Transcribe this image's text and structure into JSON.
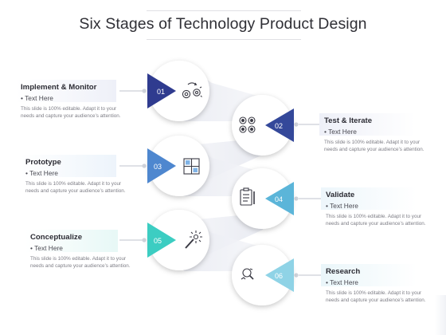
{
  "title": "Six Stages of Technology Product Design",
  "colors": {
    "step01": "#2f3b8f",
    "step02": "#34489a",
    "step03": "#4e87cf",
    "step04": "#5bb5d9",
    "step05": "#3ccdc2",
    "step06": "#8fd3e6"
  },
  "stages": [
    {
      "number": "01",
      "heading": "Implement & Monitor",
      "bullet": "• Text Here",
      "desc1": "This slide is 100% editable. Adapt it to your",
      "desc2": "needs and capture your audience’s attention.",
      "icon": "settings-monitor-icon"
    },
    {
      "number": "02",
      "heading": "Test & Iterate",
      "bullet": "• Text Here",
      "desc1": "This slide is 100% editable. Adapt it to your",
      "desc2": "needs and capture your audience’s attention.",
      "icon": "gears-grid-icon"
    },
    {
      "number": "03",
      "heading": "Prototype",
      "bullet": "• Text Here",
      "desc1": "This slide is 100% editable. Adapt it to your",
      "desc2": "needs and capture your audience’s attention.",
      "icon": "layout-blocks-icon"
    },
    {
      "number": "04",
      "heading": "Validate",
      "bullet": "• Text Here",
      "desc1": "This slide is 100% editable. Adapt it to your",
      "desc2": "needs and capture your audience’s attention.",
      "icon": "clipboard-check-icon"
    },
    {
      "number": "05",
      "heading": "Conceptualize",
      "bullet": "• Text Here",
      "desc1": "This slide is 100% editable. Adapt it to your",
      "desc2": "needs and capture your audience’s attention.",
      "icon": "magic-wand-icon"
    },
    {
      "number": "06",
      "heading": "Research",
      "bullet": "• Text Here",
      "desc1": "This slide is 100% editable. Adapt it to your",
      "desc2": "needs and capture your audience’s attention.",
      "icon": "search-analysis-icon"
    }
  ]
}
